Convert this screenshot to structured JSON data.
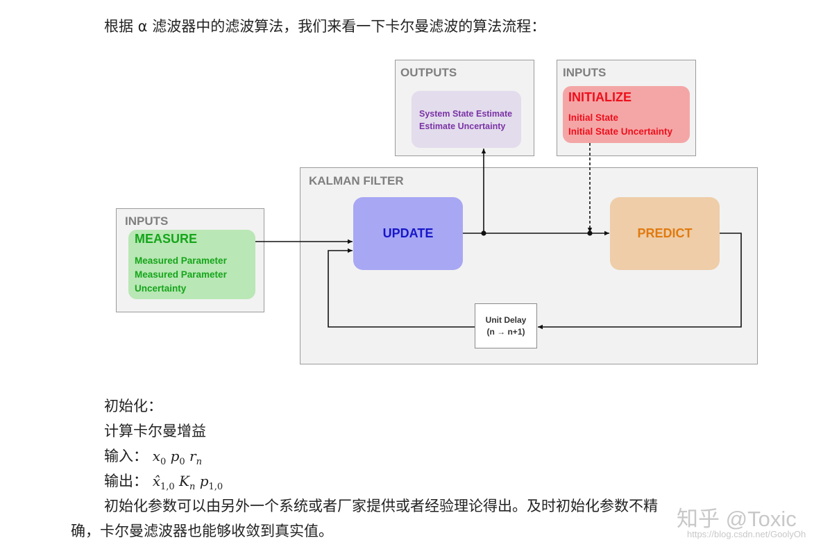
{
  "text": {
    "intro": "根据 α 滤波器中的滤波算法，我们来看一下卡尔曼滤波的算法流程：",
    "init_title": "初始化：",
    "gain_title": "计算卡尔曼增益",
    "input_label": "输入：",
    "output_label": "输出：",
    "para_line1": "初始化参数可以由另外一个系统或者厂家提供或者经验理论得出。及时初始化参数不精",
    "para_line2": "确，卡尔曼滤波器也能够收敛到真实值。"
  },
  "diagram": {
    "outputs_panel": {
      "title": "OUTPUTS",
      "line1": "System State Estimate",
      "line2": "Estimate Uncertainty"
    },
    "inputs_top_panel": {
      "title": "INPUTS",
      "box_title": "INITIALIZE",
      "line1": "Initial State",
      "line2": "Initial State Uncertainty"
    },
    "inputs_left_panel": {
      "title": "INPUTS",
      "box_title": "MEASURE",
      "line1": "Measured Parameter",
      "line2": "Measured Parameter",
      "line3": "Uncertainty"
    },
    "kalman_panel": {
      "title": "KALMAN FILTER"
    },
    "update": "UPDATE",
    "predict": "PREDICT",
    "delay_line1": "Unit Delay",
    "delay_line2": "(n → n+1)"
  },
  "colors": {
    "measure_bg": "#b9e7b5",
    "measure_text": "#15a51a",
    "update_bg": "#a7a7f4",
    "update_text": "#1616c8",
    "predict_bg": "#eecda8",
    "predict_text": "#e07a10",
    "init_bg": "#f4a6a6",
    "init_text": "#ee0f1c",
    "output_bg": "#e3dcec",
    "output_text": "#7a33a5"
  },
  "watermark": {
    "main": "知乎 @Toxic",
    "url": "https://blog.csdn.net/GoolyOh"
  }
}
